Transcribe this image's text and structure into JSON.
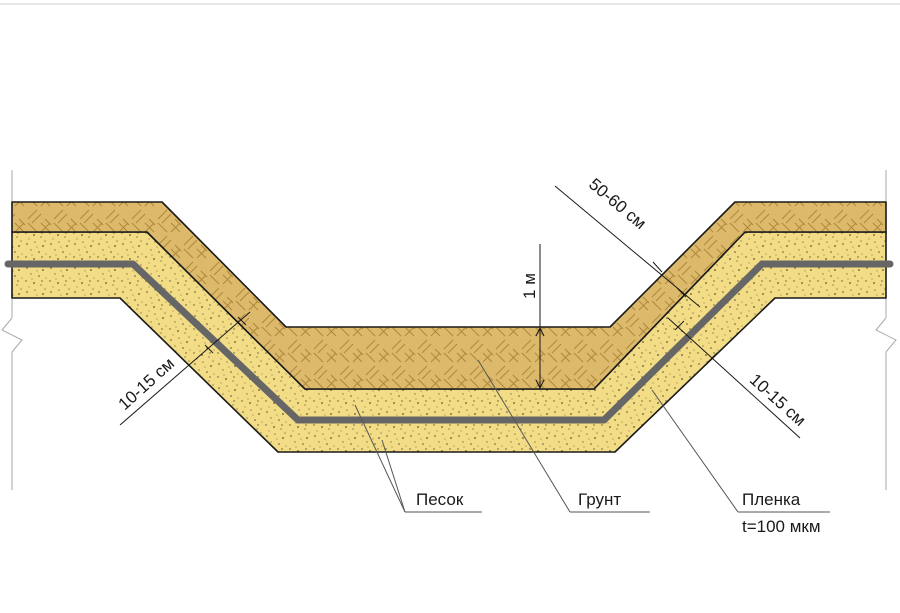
{
  "labels": {
    "depth": "1 м",
    "top_layer": "50-60 см",
    "sand_left": "10-15 см",
    "sand_right": "10-15 см",
    "sand": "Песок",
    "soil": "Грунт",
    "film": "Пленка",
    "film_thickness": "t=100 мкм"
  },
  "colors": {
    "soil": "#ddb96b",
    "soil_hatch": "#b08a3c",
    "sand": "#f2dd86",
    "sand_dots": "#5e5232",
    "film": "#666666",
    "outline": "#1a1a1a",
    "leader": "#555555",
    "frame": "#cfcfcf"
  }
}
